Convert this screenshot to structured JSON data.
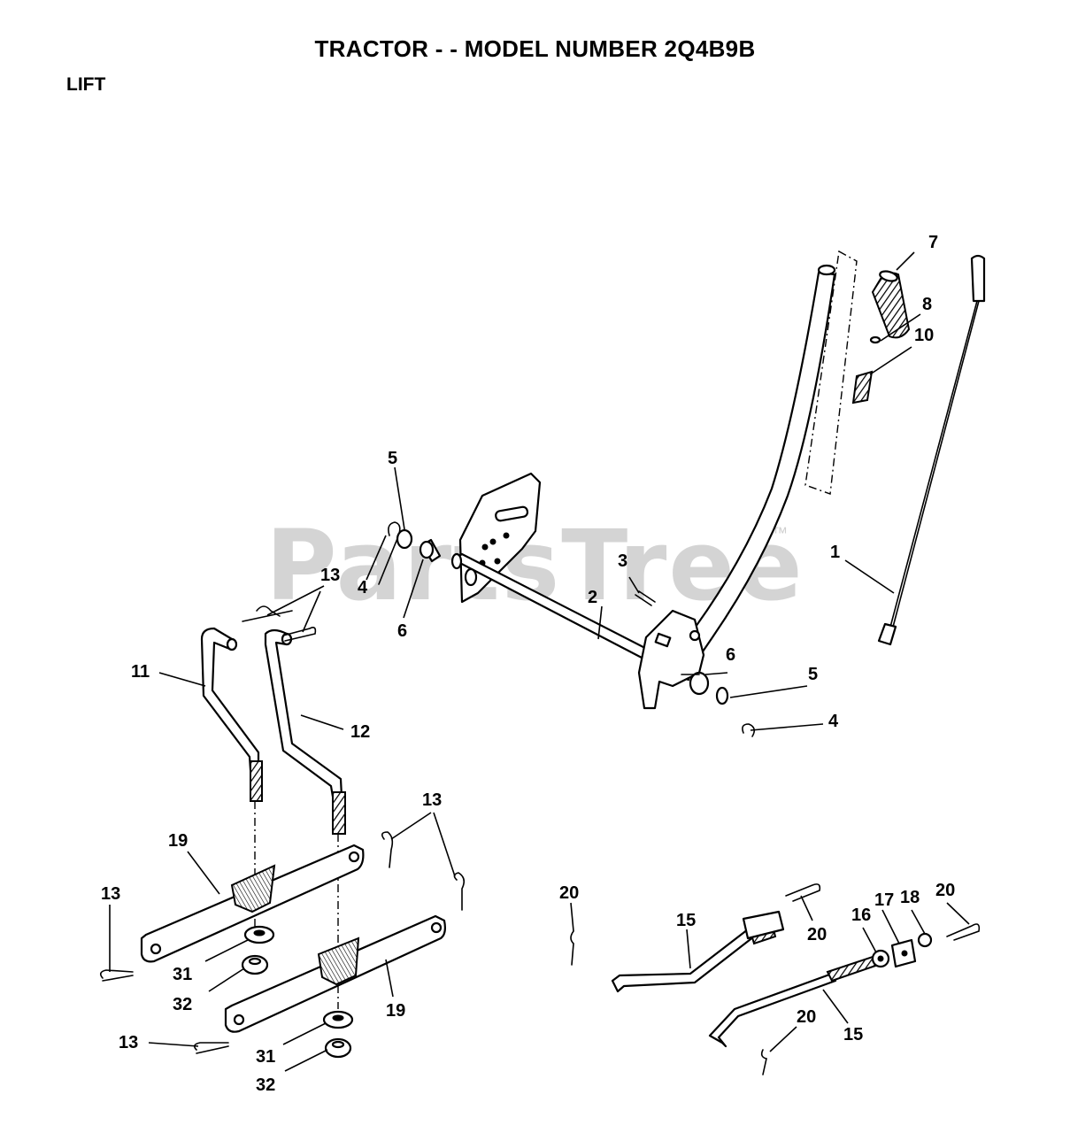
{
  "title": "TRACTOR - - MODEL NUMBER 2Q4B9B",
  "subtitle": "LIFT",
  "watermark": "PartsTree",
  "watermark_tm": "™",
  "callouts": {
    "c1": "1",
    "c2": "2",
    "c3": "3",
    "c4a": "4",
    "c4b": "4",
    "c5a": "5",
    "c5b": "5",
    "c6a": "6",
    "c6b": "6",
    "c7": "7",
    "c8": "8",
    "c10": "10",
    "c11": "11",
    "c12": "12",
    "c13a": "13",
    "c13b": "13",
    "c13c": "13",
    "c13d": "13",
    "c15a": "15",
    "c15b": "15",
    "c16": "16",
    "c17": "17",
    "c18": "18",
    "c19a": "19",
    "c19b": "19",
    "c20a": "20",
    "c20b": "20",
    "c20c": "20",
    "c20d": "20",
    "c31a": "31",
    "c31b": "31",
    "c32a": "32",
    "c32b": "32"
  }
}
